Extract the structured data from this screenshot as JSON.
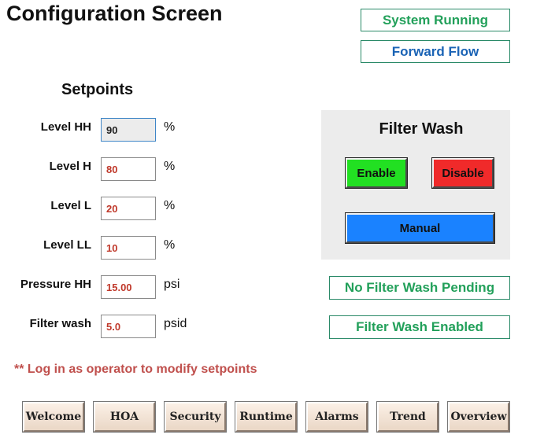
{
  "page": {
    "title": "Configuration Screen"
  },
  "status": {
    "system": "System Running",
    "flow": "Forward Flow"
  },
  "setpoints": {
    "title": "Setpoints",
    "items": [
      {
        "label": "Level HH",
        "value": "90",
        "unit": "%"
      },
      {
        "label": "Level H",
        "value": "80",
        "unit": "%"
      },
      {
        "label": "Level L",
        "value": "20",
        "unit": "%"
      },
      {
        "label": "Level LL",
        "value": "10",
        "unit": "%"
      },
      {
        "label": "Pressure HH",
        "value": "15.00",
        "unit": "psi"
      },
      {
        "label": "Filter wash",
        "value": "5.0",
        "unit": "psid"
      }
    ],
    "note": "** Log in as operator to modify setpoints"
  },
  "filter_wash": {
    "title": "Filter Wash",
    "enable_label": "Enable",
    "disable_label": "Disable",
    "manual_label": "Manual",
    "pending_status": "No Filter Wash Pending",
    "enabled_status": "Filter Wash Enabled"
  },
  "nav": {
    "items": [
      "Welcome",
      "HOA",
      "Security",
      "Runtime",
      "Alarms",
      "Trend",
      "Overview"
    ]
  },
  "colors": {
    "status_green": "#22a05a",
    "status_blue": "#1a63b5",
    "enable_button": "#22e022",
    "disable_button": "#f02a2a",
    "manual_button": "#1a82ff",
    "note_red": "#c0504d"
  }
}
